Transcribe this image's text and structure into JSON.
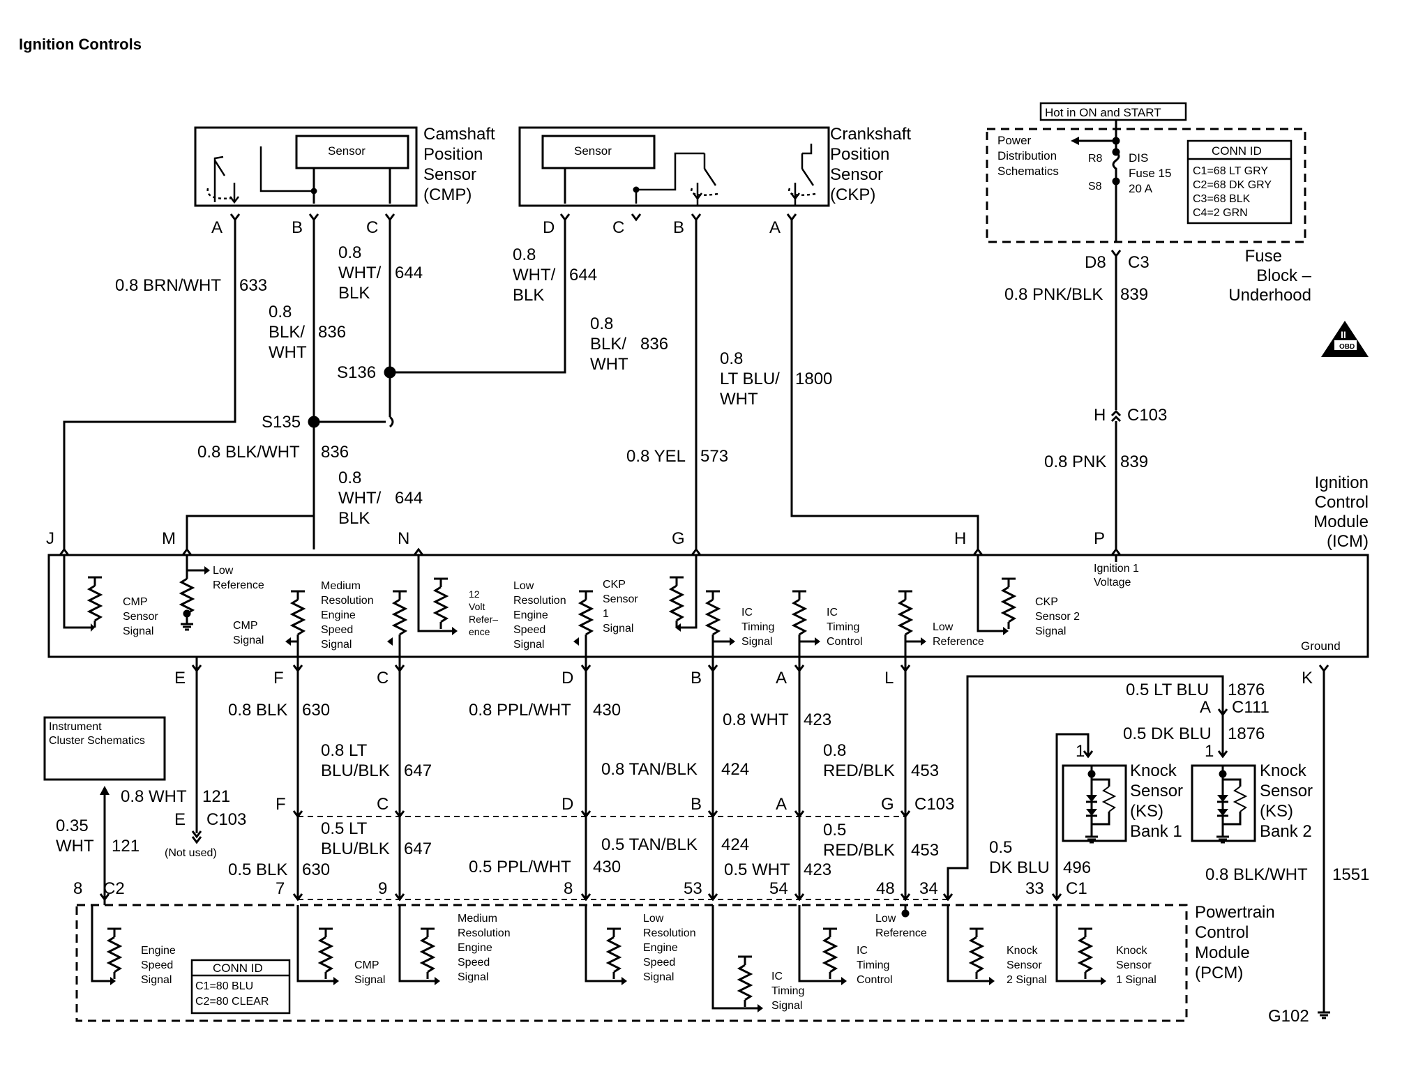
{
  "title": "Ignition Controls",
  "colors": {
    "line": "#000000",
    "background": "#ffffff"
  },
  "cmp": {
    "label_lines": [
      "Camshaft",
      "Position",
      "Sensor",
      "(CMP)"
    ],
    "sensor_label": "Sensor",
    "pins": [
      "A",
      "B",
      "C"
    ]
  },
  "ckp": {
    "label_lines": [
      "Crankshaft",
      "Position",
      "Sensor",
      "(CKP)"
    ],
    "sensor_label": "Sensor",
    "pins": [
      "D",
      "C",
      "B",
      "A"
    ]
  },
  "fuse_block": {
    "hot_label": "Hot in ON and START",
    "power_dist": [
      "Power",
      "Distribution",
      "Schematics"
    ],
    "r8": "R8",
    "s8": "S8",
    "fuse": [
      "DIS",
      "Fuse 15",
      "20 A"
    ],
    "conn_id_title": "CONN ID",
    "conn_ids": [
      "C1=68 LT GRY",
      "C2=68 DK GRY",
      "C3=68 BLK",
      "C4=2 GRN"
    ],
    "label_lines": [
      "Fuse",
      "Block –",
      "Underhood"
    ],
    "pin_d8": "D8",
    "pin_c3": "C3"
  },
  "obd_badge": {
    "top": "II",
    "bottom": "OBD II"
  },
  "wires_top": {
    "cmp_a": {
      "gauge": "0.8 BRN/WHT",
      "circuit": "633"
    },
    "cmp_b": {
      "gauge_lines": [
        "0.8",
        "BLK/",
        "WHT"
      ],
      "circuit": "836"
    },
    "cmp_c": {
      "gauge_lines": [
        "0.8",
        "WHT/",
        "BLK"
      ],
      "circuit": "644"
    },
    "ckp_d": {
      "gauge_lines": [
        "0.8",
        "WHT/",
        "BLK"
      ],
      "circuit": "644"
    },
    "ckp_c": {
      "gauge_lines": [
        "0.8",
        "BLK/",
        "WHT"
      ],
      "circuit": "836"
    },
    "ckp_a": {
      "gauge_lines": [
        "0.8",
        "LT BLU/",
        "WHT"
      ],
      "circuit": "1800"
    },
    "fuse_out": {
      "gauge": "0.8 PNK/BLK",
      "circuit": "839"
    },
    "s136": "S136",
    "s135": "S135",
    "m_wire": {
      "gauge": "0.8 BLK/WHT",
      "circuit": "836"
    },
    "n_wire": {
      "gauge_lines": [
        "0.8",
        "WHT/",
        "BLK"
      ],
      "circuit": "644"
    },
    "g_wire": {
      "gauge": "0.8 YEL",
      "circuit": "573"
    },
    "c103_h": "H",
    "c103_label": "C103",
    "p_wire": {
      "gauge": "0.8 PNK",
      "circuit": "839"
    }
  },
  "icm": {
    "label_lines": [
      "Ignition",
      "Control",
      "Module",
      "(ICM)"
    ],
    "top_pins": [
      "J",
      "M",
      "N",
      "G",
      "H",
      "P"
    ],
    "bottom_pins": [
      "E",
      "F",
      "C",
      "D",
      "B",
      "A",
      "L",
      "K"
    ],
    "ground": "Ground",
    "ign_voltage": [
      "Ignition 1",
      "Voltage"
    ],
    "blocks": {
      "cmp_sensor_signal": [
        "CMP",
        "Sensor",
        "Signal"
      ],
      "low_reference": [
        "Low",
        "Reference"
      ],
      "cmp_signal": [
        "CMP",
        "Signal"
      ],
      "medium_res": [
        "Medium",
        "Resolution",
        "Engine",
        "Speed",
        "Signal"
      ],
      "volt_ref": [
        "12",
        "Volt",
        "Refer–",
        "ence"
      ],
      "low_res": [
        "Low",
        "Resolution",
        "Engine",
        "Speed",
        "Signal"
      ],
      "ckp_sensor1": [
        "CKP",
        "Sensor",
        "1",
        "Signal"
      ],
      "ic_timing_signal": [
        "IC",
        "Timing",
        "Signal"
      ],
      "ic_timing_control": [
        "IC",
        "Timing",
        "Control"
      ],
      "low_ref2": [
        "Low",
        "Reference"
      ],
      "ckp_sensor2": [
        "CKP",
        "Sensor 2",
        "Signal"
      ]
    }
  },
  "wires_bottom": {
    "f_upper": {
      "gauge": "0.8 BLK",
      "circuit": "630"
    },
    "c_upper": {
      "gauge_lines": [
        "0.8 LT",
        "BLU/BLK"
      ],
      "circuit": "647"
    },
    "d_upper": {
      "gauge": "0.8 PPL/WHT",
      "circuit": "430"
    },
    "b_upper": {
      "gauge": "0.8 TAN/BLK",
      "circuit": "424"
    },
    "a_upper": {
      "gauge": "0.8 WHT",
      "circuit": "423"
    },
    "l_upper": {
      "gauge_lines": [
        "0.8",
        "RED/BLK"
      ],
      "circuit": "453"
    },
    "ks1876_upper": {
      "gauge": "0.5 LT BLU",
      "circuit": "1876"
    },
    "c111_pin": "A",
    "c111_label": "C111",
    "ks1876_lower": {
      "gauge": "0.5 DK BLU",
      "circuit": "1876"
    },
    "c103_pins": [
      "F",
      "C",
      "D",
      "B",
      "A",
      "G"
    ],
    "c103_label": "C103",
    "f_lower": {
      "gauge": "0.5 BLK",
      "circuit": "630"
    },
    "c_lower": {
      "gauge_lines": [
        "0.5 LT",
        "BLU/BLK"
      ],
      "circuit": "647"
    },
    "d_lower": {
      "gauge": "0.5 PPL/WHT",
      "circuit": "430"
    },
    "b_lower": {
      "gauge": "0.5 TAN/BLK",
      "circuit": "424"
    },
    "a_lower": {
      "gauge": "0.5 WHT",
      "circuit": "423"
    },
    "l_lower": {
      "gauge_lines": [
        "0.5",
        "RED/BLK"
      ],
      "circuit": "453"
    },
    "ks496": {
      "gauge_lines": [
        "0.5",
        "DK BLU"
      ],
      "circuit": "496"
    },
    "e_wire": {
      "gauge": "0.8 WHT",
      "circuit": "121"
    },
    "e_c103_pin": "E",
    "e_c103_label": "C103",
    "not_used": "(Not used)",
    "ic_wire": {
      "gauge_lines": [
        "0.35",
        "WHT"
      ],
      "circuit": "121"
    },
    "ground_wire": {
      "gauge": "0.8 BLK/WHT",
      "circuit": "1551"
    },
    "ground_label": "G102"
  },
  "instrument_cluster": [
    "Instrument",
    "Cluster Schematics"
  ],
  "knock_sensors": {
    "bank1": [
      "Knock",
      "Sensor",
      "(KS)",
      "Bank 1"
    ],
    "bank2": [
      "Knock",
      "Sensor",
      "(KS)",
      "Bank 2"
    ],
    "pin": "1"
  },
  "pcm": {
    "label_lines": [
      "Powertrain",
      "Control",
      "Module",
      "(PCM)"
    ],
    "pins": [
      "8",
      "7",
      "9",
      "8",
      "53",
      "54",
      "48",
      "34",
      "33"
    ],
    "c2_label": "C2",
    "c1_label": "C1",
    "conn_id_title": "CONN ID",
    "conn_ids": [
      "C1=80 BLU",
      "C2=80 CLEAR"
    ],
    "blocks": {
      "engine_speed": [
        "Engine",
        "Speed",
        "Signal"
      ],
      "cmp_signal": [
        "CMP",
        "Signal"
      ],
      "medium_res": [
        "Medium",
        "Resolution",
        "Engine",
        "Speed",
        "Signal"
      ],
      "low_res": [
        "Low",
        "Resolution",
        "Engine",
        "Speed",
        "Signal"
      ],
      "ic_timing_signal": [
        "IC",
        "Timing",
        "Signal"
      ],
      "ic_timing_control": [
        "IC",
        "Timing",
        "Control"
      ],
      "low_reference": [
        "Low",
        "Reference"
      ],
      "ks2": [
        "Knock",
        "Sensor",
        "2 Signal"
      ],
      "ks1": [
        "Knock",
        "Sensor",
        "1 Signal"
      ]
    }
  }
}
